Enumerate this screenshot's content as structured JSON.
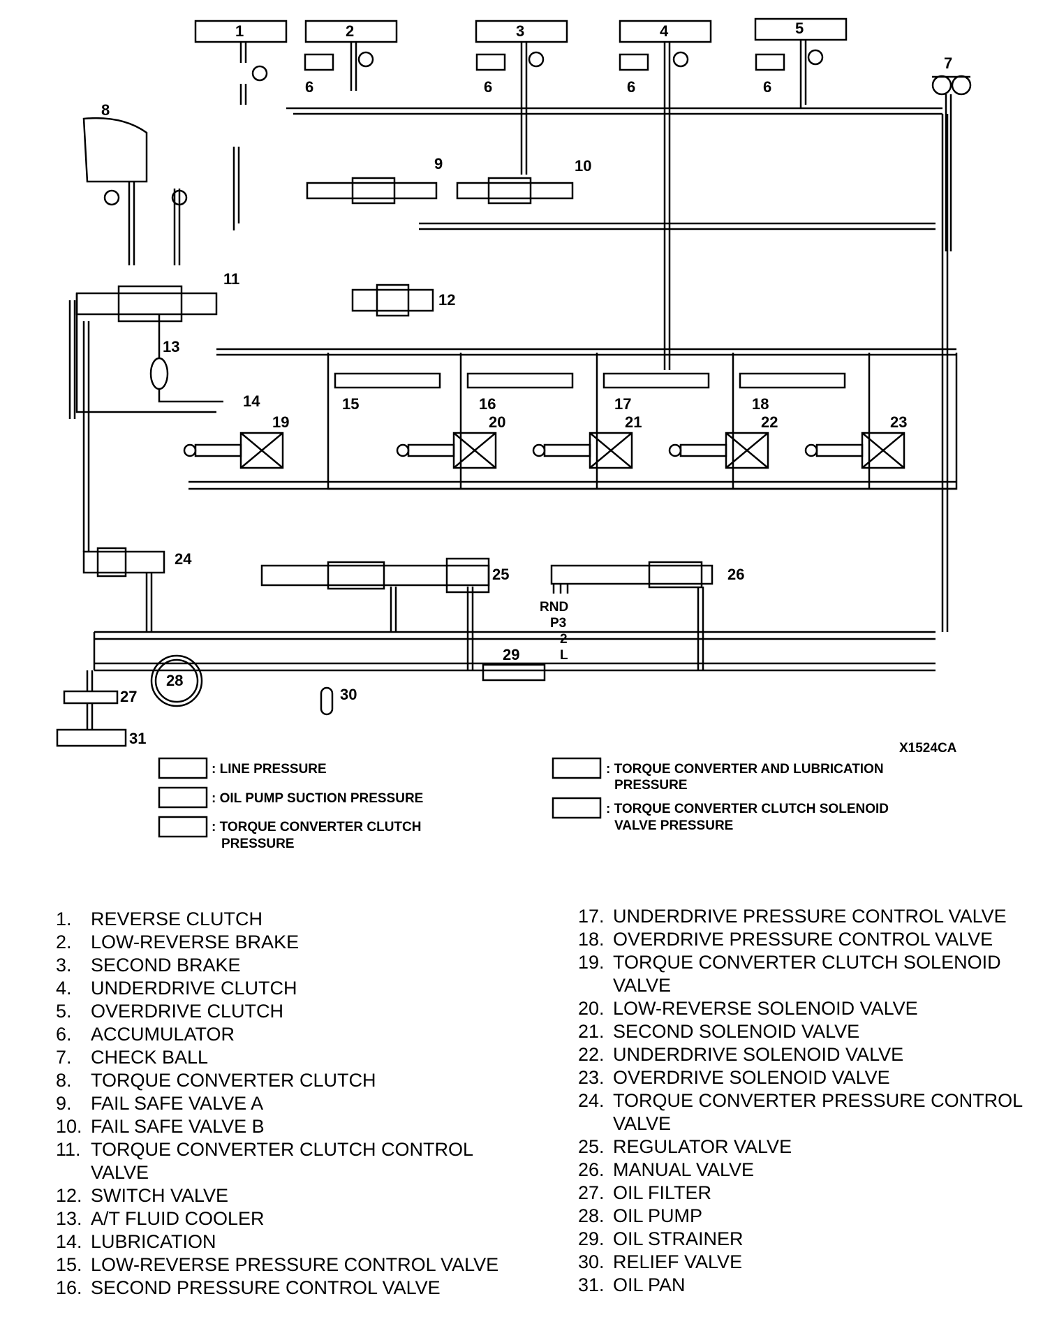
{
  "diagram_code": "X1524CA",
  "callouts": {
    "c1": "1",
    "c2": "2",
    "c3": "3",
    "c4": "4",
    "c5": "5",
    "c6": "6",
    "c7": "7",
    "c8": "8",
    "c9": "9",
    "c10": "10",
    "c11": "11",
    "c12": "12",
    "c13": "13",
    "c14": "14",
    "c15": "15",
    "c16": "16",
    "c17": "17",
    "c18": "18",
    "c19": "19",
    "c20": "20",
    "c21": "21",
    "c22": "22",
    "c23": "23",
    "c24": "24",
    "c25": "25",
    "c26": "26",
    "c27": "27",
    "c28": "28",
    "c29": "29",
    "c30": "30",
    "c31": "31"
  },
  "shift_positions": {
    "line1": "RND",
    "line2": "P3",
    "line3": "2",
    "line4": "L"
  },
  "legend": {
    "line_pressure": ": LINE PRESSURE",
    "suction_pressure": ": OIL PUMP SUCTION PRESSURE",
    "tcc_pressure_1": ": TORQUE CONVERTER CLUTCH",
    "tcc_pressure_2": "PRESSURE",
    "tc_lube_1": ": TORQUE CONVERTER AND LUBRICATION",
    "tc_lube_2": "PRESSURE",
    "tcc_solenoid_1": ": TORQUE CONVERTER CLUTCH SOLENOID",
    "tcc_solenoid_2": "VALVE PRESSURE"
  },
  "parts_left": [
    {
      "n": "1.",
      "t": "REVERSE CLUTCH"
    },
    {
      "n": "2.",
      "t": "LOW-REVERSE BRAKE"
    },
    {
      "n": "3.",
      "t": "SECOND BRAKE"
    },
    {
      "n": "4.",
      "t": "UNDERDRIVE CLUTCH"
    },
    {
      "n": "5.",
      "t": "OVERDRIVE CLUTCH"
    },
    {
      "n": "6.",
      "t": "ACCUMULATOR"
    },
    {
      "n": "7.",
      "t": "CHECK BALL"
    },
    {
      "n": "8.",
      "t": "TORQUE CONVERTER CLUTCH"
    },
    {
      "n": "9.",
      "t": "FAIL SAFE VALVE A"
    },
    {
      "n": "10.",
      "t": "FAIL SAFE VALVE B"
    },
    {
      "n": "11.",
      "t": "TORQUE CONVERTER CLUTCH CONTROL VALVE"
    },
    {
      "n": "12.",
      "t": "SWITCH VALVE"
    },
    {
      "n": "13.",
      "t": "A/T FLUID COOLER"
    },
    {
      "n": "14.",
      "t": "LUBRICATION"
    },
    {
      "n": "15.",
      "t": "LOW-REVERSE PRESSURE CONTROL VALVE"
    },
    {
      "n": "16.",
      "t": "SECOND PRESSURE CONTROL VALVE"
    }
  ],
  "parts_right": [
    {
      "n": "17.",
      "t": "UNDERDRIVE PRESSURE CONTROL VALVE"
    },
    {
      "n": "18.",
      "t": "OVERDRIVE PRESSURE CONTROL VALVE"
    },
    {
      "n": "19.",
      "t": "TORQUE CONVERTER CLUTCH SOLENOID VALVE"
    },
    {
      "n": "20.",
      "t": "LOW-REVERSE SOLENOID VALVE"
    },
    {
      "n": "21.",
      "t": "SECOND SOLENOID VALVE"
    },
    {
      "n": "22.",
      "t": "UNDERDRIVE SOLENOID VALVE"
    },
    {
      "n": "23.",
      "t": "OVERDRIVE SOLENOID VALVE"
    },
    {
      "n": "24.",
      "t": "TORQUE CONVERTER PRESSURE CONTROL VALVE"
    },
    {
      "n": "25.",
      "t": "REGULATOR VALVE"
    },
    {
      "n": "26.",
      "t": "MANUAL VALVE"
    },
    {
      "n": "27.",
      "t": "OIL FILTER"
    },
    {
      "n": "28.",
      "t": "OIL PUMP"
    },
    {
      "n": "29.",
      "t": "OIL STRAINER"
    },
    {
      "n": "30.",
      "t": "RELIEF VALVE"
    },
    {
      "n": "31.",
      "t": "OIL PAN"
    }
  ]
}
